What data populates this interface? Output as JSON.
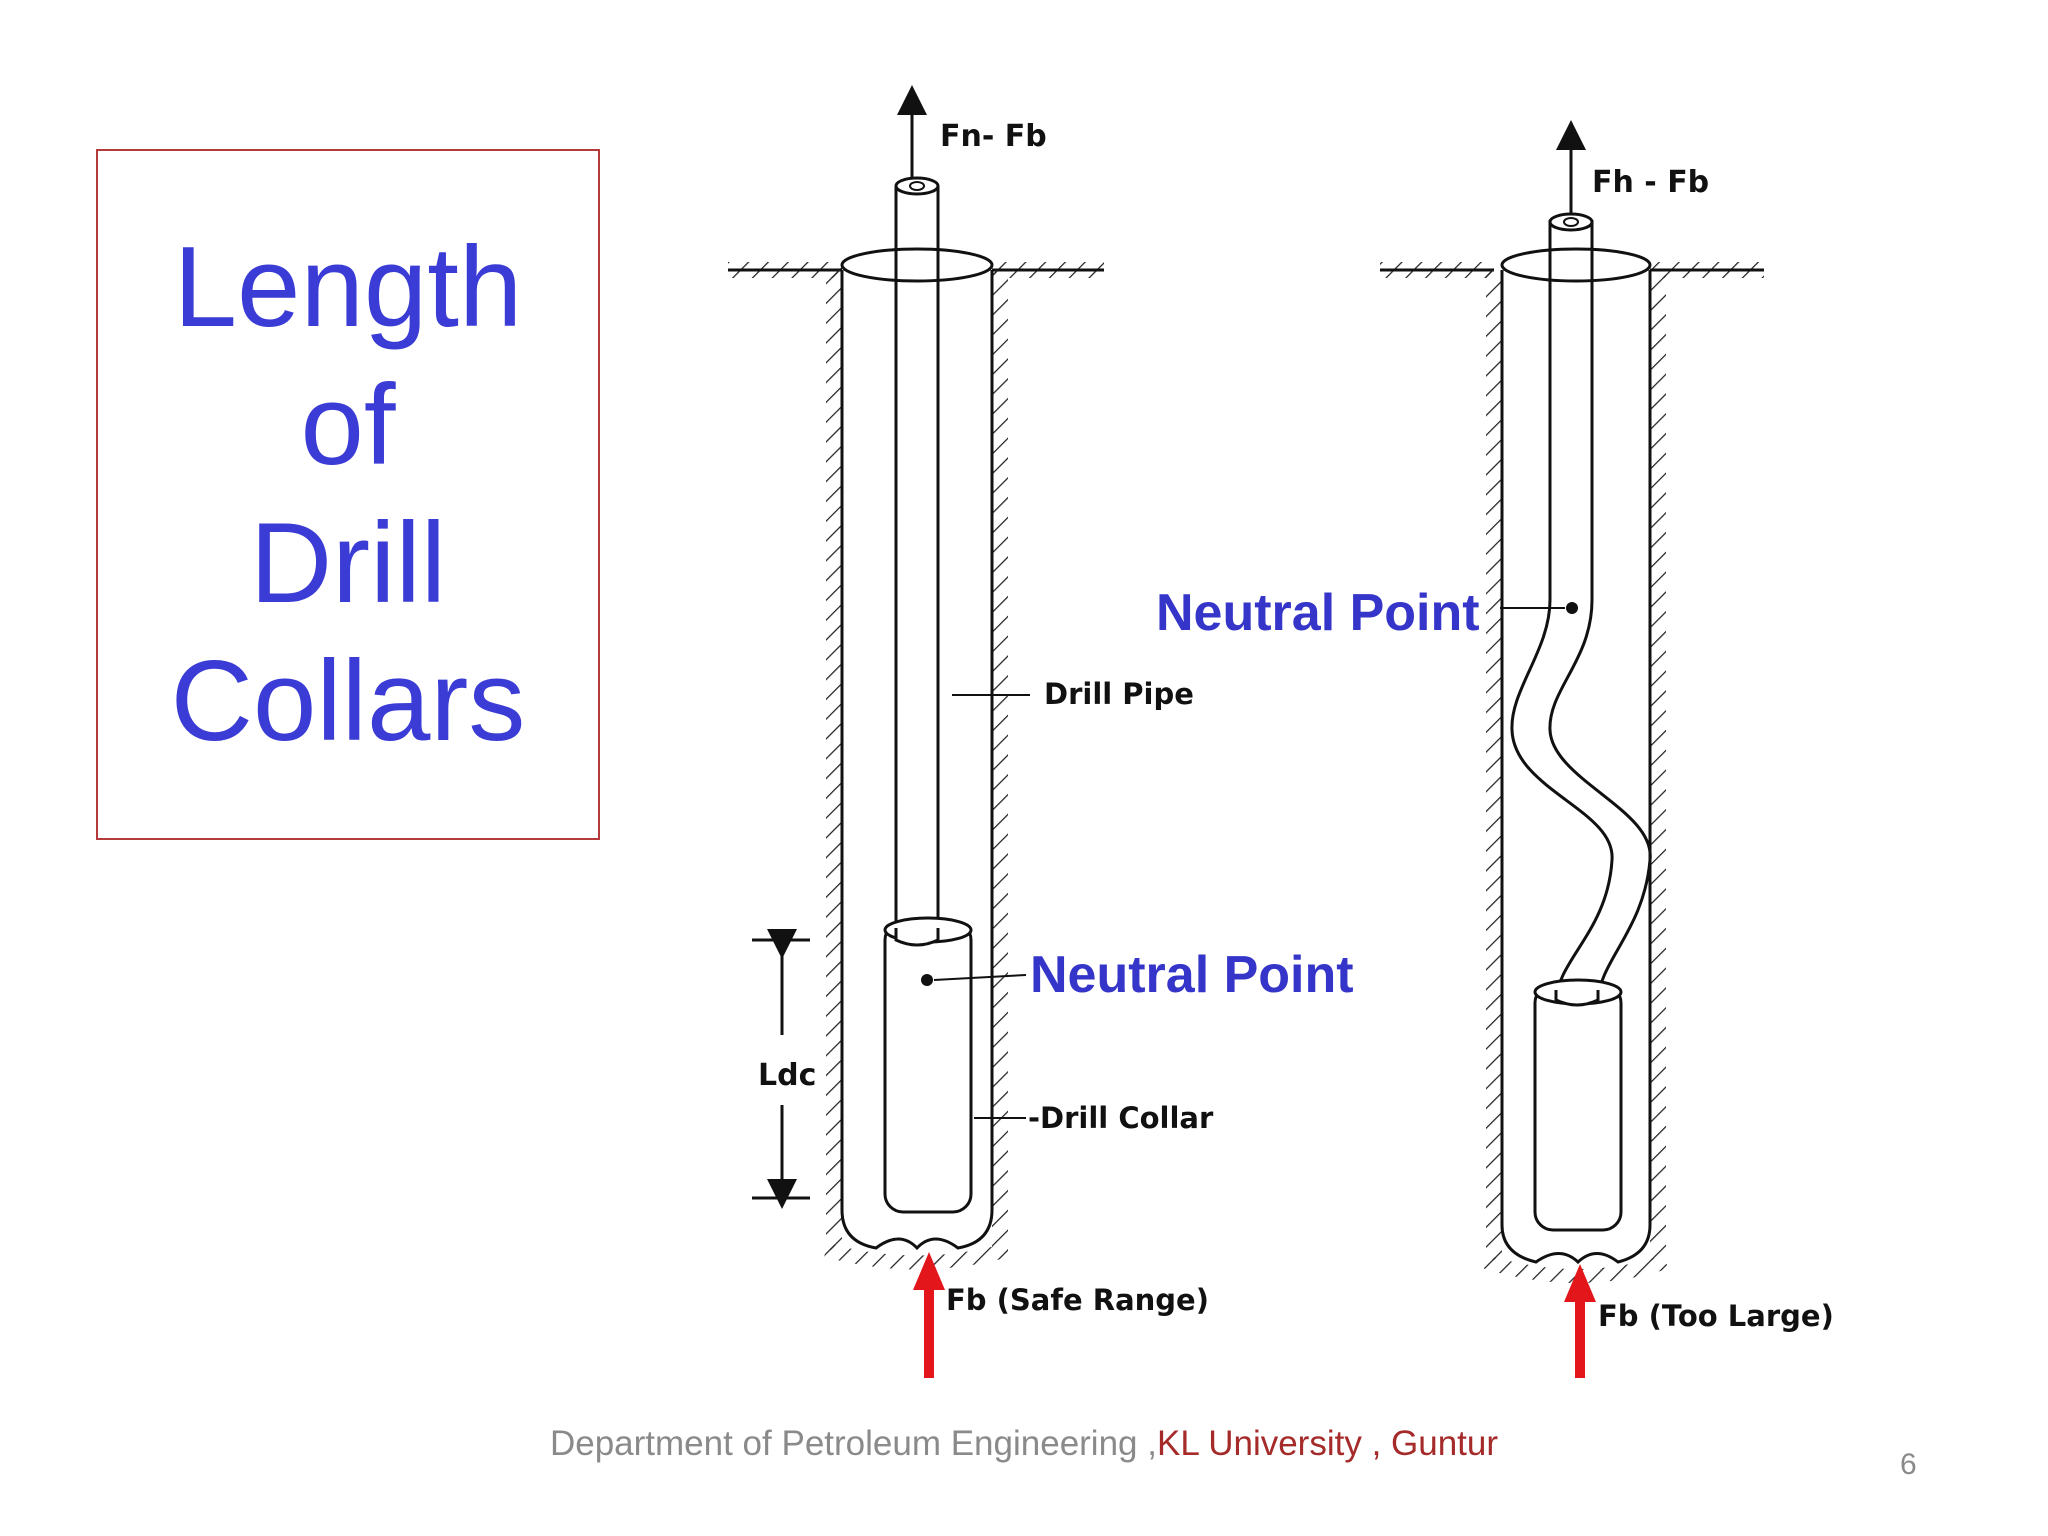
{
  "title": {
    "lines": [
      "Length",
      "of",
      "Drill",
      "Collars"
    ],
    "color": "#3b3bd6",
    "border_color": "#b53a3a"
  },
  "left_diagram": {
    "top_force": "Fn- Fb",
    "drill_pipe_label": "Drill Pipe",
    "neutral_point_label": "Neutral Point",
    "ldc_label": "Ldc",
    "drill_collar_label": "-Drill Collar",
    "bottom_force": "Fb (Safe Range)"
  },
  "right_diagram": {
    "top_force": "Fh - Fb",
    "neutral_point_label": "Neutral Point",
    "bottom_force": "Fb (Too Large)"
  },
  "colors": {
    "force_arrow": "#e3161b",
    "neutral_label": "#3535c9"
  },
  "footer": {
    "prefix": "Department of Petroleum Engineering ,",
    "accent": "KL University , Guntur",
    "accent_color": "#a52a2a"
  },
  "page_number": "6"
}
